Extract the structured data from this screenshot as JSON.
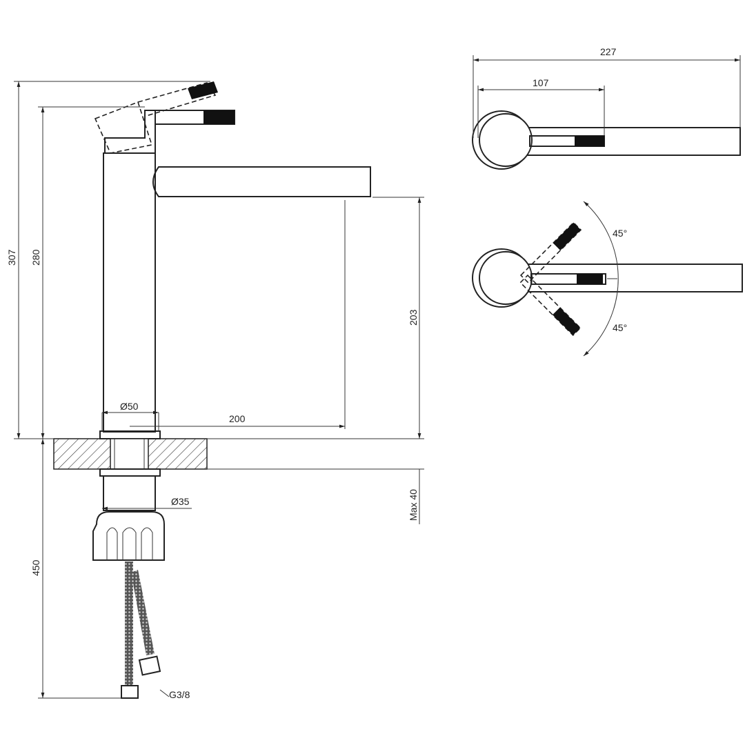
{
  "drawing": {
    "side_view": {
      "total_height": "307",
      "body_height": "280",
      "spout_height": "203",
      "body_diameter": "Ø50",
      "spout_reach": "200",
      "shank_diameter": "Ø35",
      "max_counter_thickness": "Max 40",
      "hose_length": "450",
      "hose_thread": "G3/8"
    },
    "top_view": {
      "overall_length": "227",
      "lever_reach": "107"
    },
    "rotation_view": {
      "angle_left": "45°",
      "angle_right": "45°"
    },
    "colors": {
      "line": "#222222",
      "background": "#ffffff"
    }
  }
}
